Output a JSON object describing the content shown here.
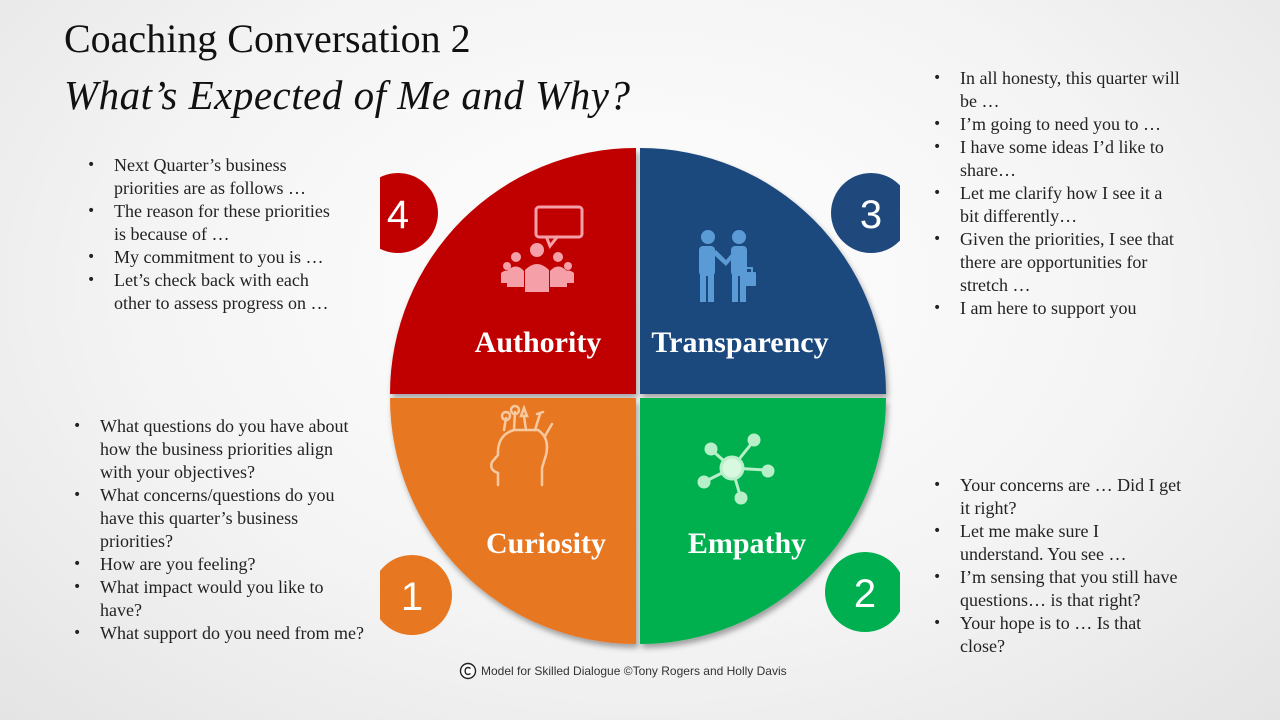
{
  "slide": {
    "title": "Coaching Conversation 2",
    "subtitle": "What’s Expected of Me and Why?"
  },
  "quadrants": {
    "authority": {
      "label": "Authority",
      "number": "4",
      "color": "#c00000",
      "icon": "audience-speech-bubble-icon"
    },
    "transparency": {
      "label": "Transparency",
      "number": "3",
      "color": "#1f497d",
      "icon": "handshake-icon"
    },
    "curiosity": {
      "label": "Curiosity",
      "number": "1",
      "color": "#e87722",
      "icon": "head-ideas-icon"
    },
    "empathy": {
      "label": "Empathy",
      "number": "2",
      "color": "#00b050",
      "icon": "network-hub-icon"
    }
  },
  "lists": {
    "top_left": [
      "Next Quarter’s business priorities are as follows …",
      "The reason for these priorities is because of …",
      "My commitment to you is …",
      "Let’s check back with each other to assess progress on …"
    ],
    "bottom_left": [
      "What questions do you have about how the business priorities align with your objectives?",
      "What concerns/questions do you have this quarter’s business priorities?",
      "How are you feeling?",
      "What impact would you like to have?",
      "What support do you need from me?"
    ],
    "top_right": [
      "In all honesty, this quarter will be …",
      "I’m going to need you to …",
      "I have some ideas I’d like to share…",
      "Let me clarify how I see it a bit differently…",
      "Given the priorities,  I see that there are opportunities for stretch …",
      "I am here to support you"
    ],
    "bottom_right": [
      "Your concerns are … Did I get it right?",
      "Let me make sure I understand. You see …",
      "I’m sensing that you still have questions… is that right?",
      "Your hope is to … Is that close?"
    ]
  },
  "footer": {
    "credit": "Model for Skilled Dialogue ©Tony Rogers  and Holly Davis",
    "icon": "copyright-logo-icon"
  }
}
